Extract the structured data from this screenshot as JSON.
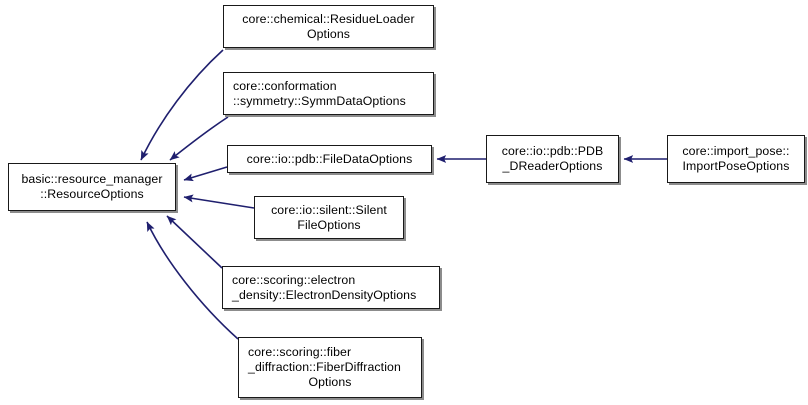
{
  "diagram": {
    "type": "inheritance-graph",
    "title": "basic::resource_manager::ResourceOptions inheritance diagram",
    "background_color": "#ffffff",
    "node_border_color": "#191919",
    "node_fill_color": "#ffffff",
    "edge_color": "#1f1f6e",
    "shadow_color": "#8c8c8c"
  },
  "nodes": [
    {
      "id": "base",
      "name": "basic::resource_manager::ResourceOptions",
      "lines": [
        "basic::resource_manager",
        "::ResourceOptions"
      ],
      "align": "center"
    },
    {
      "id": "residue_loader_options",
      "name": "core::chemical::ResidueLoaderOptions",
      "lines": [
        "core::chemical::ResidueLoader",
        "Options"
      ],
      "align": "center"
    },
    {
      "id": "symm_data_options",
      "name": "core::conformation::symmetry::SymmDataOptions",
      "lines": [
        "core::conformation",
        "::symmetry::SymmDataOptions"
      ],
      "align": "left"
    },
    {
      "id": "file_data_options",
      "name": "core::io::pdb::FileDataOptions",
      "lines": [
        "core::io::pdb::FileDataOptions"
      ],
      "align": "center"
    },
    {
      "id": "silent_file_options",
      "name": "core::io::silent::SilentFileOptions",
      "lines": [
        "core::io::silent::Silent",
        "FileOptions"
      ],
      "align": "center"
    },
    {
      "id": "electron_density_options",
      "name": "core::scoring::electron_density::ElectronDensityOptions",
      "lines": [
        "core::scoring::electron",
        "_density::ElectronDensityOptions"
      ],
      "align": "left"
    },
    {
      "id": "fiber_diffraction_options",
      "name": "core::scoring::fiber_diffraction::FiberDiffractionOptions",
      "lines": [
        "core::scoring::fiber",
        "_diffraction::FiberDiffraction",
        "Options"
      ],
      "align": "left-last-center"
    },
    {
      "id": "pdb_reader_options",
      "name": "core::io::pdb::PDB_DReaderOptions",
      "lines": [
        "core::io::pdb::PDB",
        "_DReaderOptions"
      ],
      "align": "center"
    },
    {
      "id": "import_pose_options",
      "name": "core::import_pose::ImportPoseOptions",
      "lines": [
        "core::import_pose::",
        "ImportPoseOptions"
      ],
      "align": "center"
    }
  ],
  "edges": [
    {
      "from": "residue_loader_options",
      "to": "base",
      "relation": "inherits"
    },
    {
      "from": "symm_data_options",
      "to": "base",
      "relation": "inherits"
    },
    {
      "from": "file_data_options",
      "to": "base",
      "relation": "inherits"
    },
    {
      "from": "silent_file_options",
      "to": "base",
      "relation": "inherits"
    },
    {
      "from": "electron_density_options",
      "to": "base",
      "relation": "inherits"
    },
    {
      "from": "fiber_diffraction_options",
      "to": "base",
      "relation": "inherits"
    },
    {
      "from": "pdb_reader_options",
      "to": "file_data_options",
      "relation": "inherits"
    },
    {
      "from": "import_pose_options",
      "to": "pdb_reader_options",
      "relation": "inherits"
    }
  ]
}
